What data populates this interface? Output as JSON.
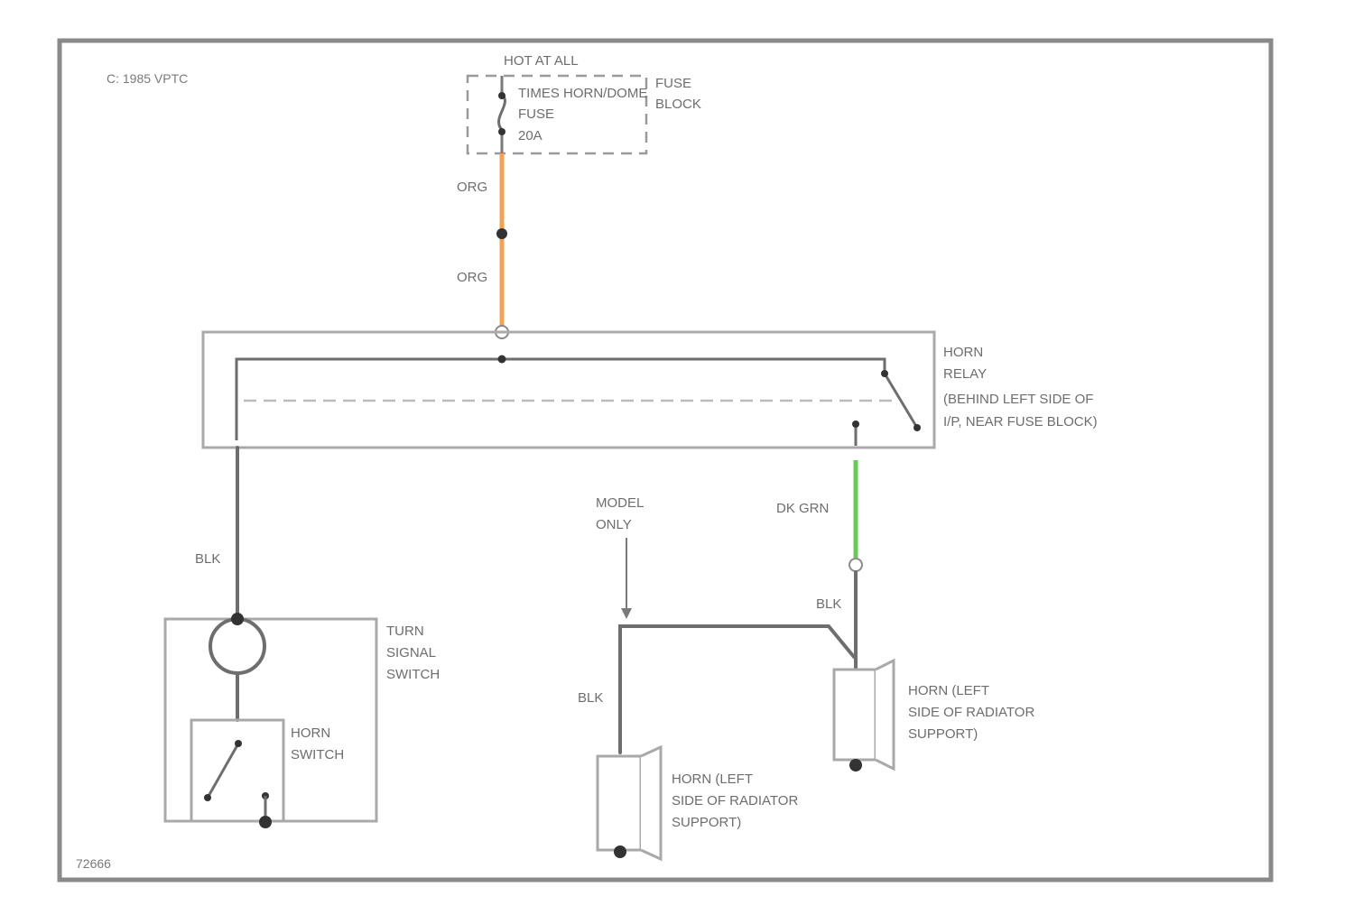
{
  "colors": {
    "frame": "#8a8a8a",
    "wire_org": "#f2a155",
    "wire_dk_grn": "#66cc55",
    "wire_blk": "#6e6e6e"
  },
  "labels": {
    "config_note": "C: 1985 VPTC",
    "figure_id": "72666",
    "hot_at_all": "HOT AT ALL",
    "fuse_line1": "TIMES HORN/DOME",
    "fuse_line2": "FUSE",
    "fuse_line3": "20A",
    "fuse_block_line1": "FUSE",
    "fuse_block_line2": "BLOCK",
    "wire_org_upper": "ORG",
    "wire_org_lower": "ORG",
    "relay_line1": "HORN",
    "relay_line2": "RELAY",
    "relay_line3": "(BEHIND LEFT SIDE OF",
    "relay_line4": "I/P, NEAR FUSE BLOCK)",
    "wire_blk_left": "BLK",
    "turn_signal_line1": "TURN",
    "turn_signal_line2": "SIGNAL",
    "turn_signal_line3": "SWITCH",
    "horn_switch_line1": "HORN",
    "horn_switch_line2": "SWITCH",
    "model_only_line1": "MODEL",
    "model_only_line2": "ONLY",
    "wire_dk_grn": "DK GRN",
    "wire_blk_right": "BLK",
    "wire_blk_mid": "BLK",
    "horn_right_line1": "HORN (LEFT",
    "horn_right_line2": "SIDE OF RADIATOR",
    "horn_right_line3": "SUPPORT)",
    "horn_bottom_line1": "HORN (LEFT",
    "horn_bottom_line2": "SIDE OF RADIATOR",
    "horn_bottom_line3": "SUPPORT)"
  }
}
